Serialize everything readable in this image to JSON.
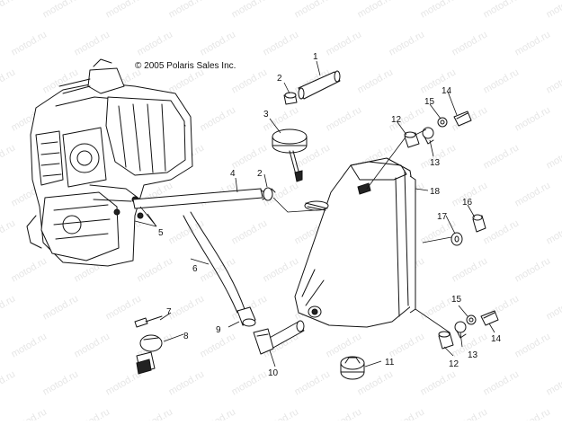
{
  "copyright": "© 2005 Polaris Sales Inc.",
  "watermark": "motod.ru",
  "callouts": [
    {
      "id": "c1",
      "label": "1"
    },
    {
      "id": "c2a",
      "label": "2"
    },
    {
      "id": "c2b",
      "label": "2"
    },
    {
      "id": "c3",
      "label": "3"
    },
    {
      "id": "c4",
      "label": "4"
    },
    {
      "id": "c5",
      "label": "5"
    },
    {
      "id": "c6",
      "label": "6"
    },
    {
      "id": "c7",
      "label": "7"
    },
    {
      "id": "c8",
      "label": "8"
    },
    {
      "id": "c9",
      "label": "9"
    },
    {
      "id": "c10",
      "label": "10"
    },
    {
      "id": "c11",
      "label": "11"
    },
    {
      "id": "c12a",
      "label": "12"
    },
    {
      "id": "c12b",
      "label": "12"
    },
    {
      "id": "c13a",
      "label": "13"
    },
    {
      "id": "c13b",
      "label": "13"
    },
    {
      "id": "c14a",
      "label": "14"
    },
    {
      "id": "c14b",
      "label": "14"
    },
    {
      "id": "c15a",
      "label": "15"
    },
    {
      "id": "c15b",
      "label": "15"
    },
    {
      "id": "c16",
      "label": "16"
    },
    {
      "id": "c17",
      "label": "17"
    },
    {
      "id": "c18",
      "label": "18"
    }
  ]
}
